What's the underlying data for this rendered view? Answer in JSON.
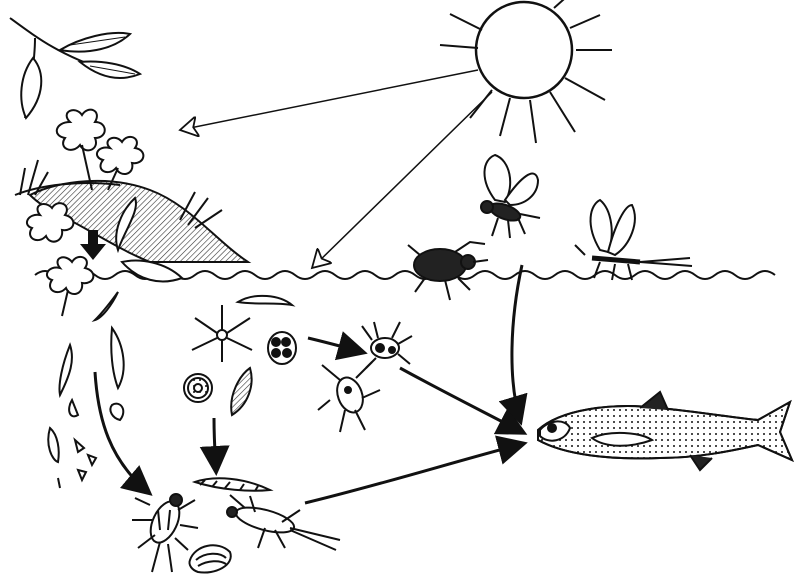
{
  "diagram": {
    "colors": {
      "ink": "#111111",
      "paper": "#ffffff",
      "hatch": "#555555"
    },
    "elements": {
      "sun": "sun",
      "leaves": "tree-leaves",
      "bank": "stream-bank",
      "water": "water-surface",
      "beetle": "water-beetle",
      "adult_fly": "adult-caddisfly",
      "mayfly": "adult-mayfly",
      "algae": "algae-diatoms",
      "zooplankton": "zooplankton",
      "detritus": "leaf-detritus",
      "larvae": "aquatic-insect-larvae",
      "clam": "clam",
      "fish": "trout"
    },
    "arrows": [
      "sun-to-land-plants",
      "sun-to-water",
      "leaves-fall-into-stream",
      "detritus-to-larvae",
      "algae-to-larvae",
      "algae-to-zooplankton",
      "zooplankton-to-fish",
      "larvae-to-fish",
      "surface-insects-to-fish"
    ]
  }
}
